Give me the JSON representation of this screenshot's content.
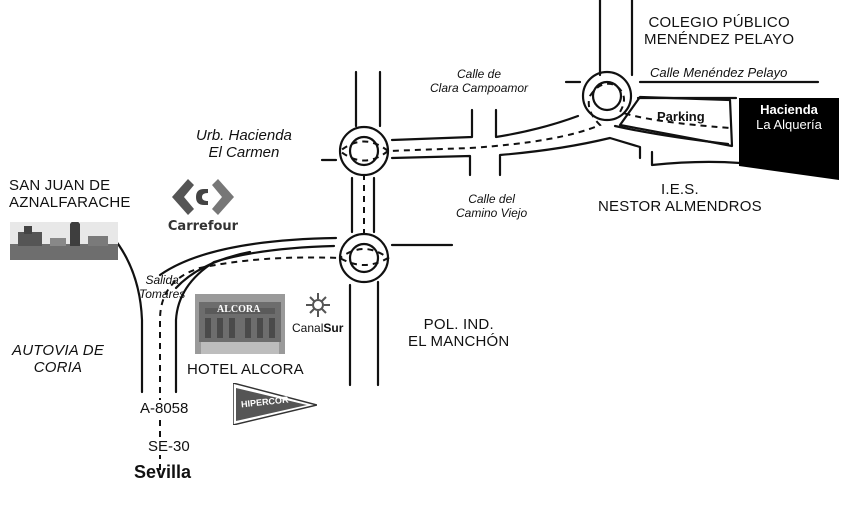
{
  "labels": {
    "colegio_line1": "COLEGIO PÚBLICO",
    "colegio_line2": "MENÉNDEZ PELAYO",
    "calle_menendez": "Calle Menéndez Pelayo",
    "calle_clara_1": "Calle de",
    "calle_clara_2": "Clara Campoamor",
    "urb_line1": "Urb. Hacienda",
    "urb_line2": "El Carmen",
    "parking": "Parking",
    "hacienda_1": "Hacienda",
    "hacienda_2": "La Alquería",
    "ies_line1": "I.E.S.",
    "ies_line2": "NESTOR ALMENDROS",
    "calle_camino_1": "Calle del",
    "calle_camino_2": "Camino Viejo",
    "san_juan_1": "SAN JUAN DE",
    "san_juan_2": "AZNALFARACHE",
    "salida_1": "Salida",
    "salida_2": "Tomares",
    "autovia_1": "AUTOVIA DE",
    "autovia_2": "CORIA",
    "pol_1": "POL. IND.",
    "pol_2": "EL MANCHÓN",
    "hotel_alcora": "HOTEL ALCORA",
    "road_a8058": "A-8058",
    "road_se30": "SE-30",
    "sevilla": "Sevilla"
  },
  "logos": {
    "carrefour": "Carrefour",
    "hipercor": "HIPERCOR",
    "canal": "Canal",
    "sur": "Sur",
    "alcora_sign": "ALCORA"
  },
  "colors": {
    "road": "#111111",
    "destination": "#000000",
    "photo_gray": "#8a8a8a"
  }
}
